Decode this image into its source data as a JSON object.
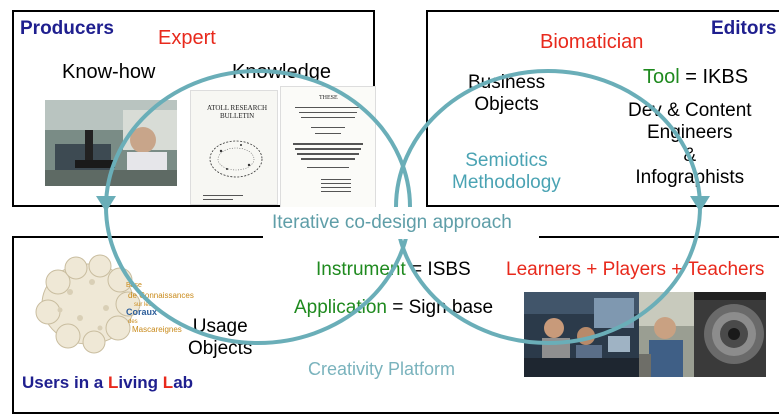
{
  "producers": {
    "title": "Producers",
    "expert": "Expert",
    "know_how": "Know-how",
    "knowledge": "Knowledge",
    "doc_atoll_title": "ATOLL RESEARCH\nBULLETIN",
    "doc_these_title": "THESE"
  },
  "editors": {
    "title": "Editors",
    "biomatician": "Biomatician",
    "tool_label": "Tool",
    "tool_value": "= IKBS",
    "business_objects": "Business\nObjects",
    "dev_content": "Dev & Content\nEngineers\n&\nInfographists",
    "semiotics": "Semiotics\nMethodology"
  },
  "center": {
    "banner": "Iterative co-design approach"
  },
  "users": {
    "title_parts": [
      "Users in a ",
      "L",
      "iving ",
      "L",
      "ab"
    ],
    "instrument_label": "Instrument",
    "instrument_value": "= ISBS",
    "application_label": "Application",
    "application_value": "= Sign base",
    "usage_objects": "Usage\nObjects",
    "creativity": "Creativity Platform",
    "learners": "Learners + Players + Teachers",
    "logo_lines": [
      "Base",
      "de Connaissances",
      "sur les",
      "Coraux",
      "des",
      "Mascareignes"
    ]
  },
  "colors": {
    "navy": "#1f1f8f",
    "red": "#e8291c",
    "green": "#1f8a1f",
    "teal": "#4aa3b3",
    "loop": "#6aaeb8"
  }
}
